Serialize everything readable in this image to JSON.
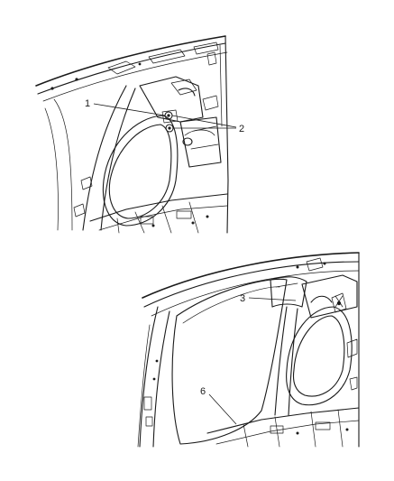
{
  "callouts": {
    "c1": "1",
    "c2": "2",
    "c3": "3",
    "c6": "6"
  }
}
